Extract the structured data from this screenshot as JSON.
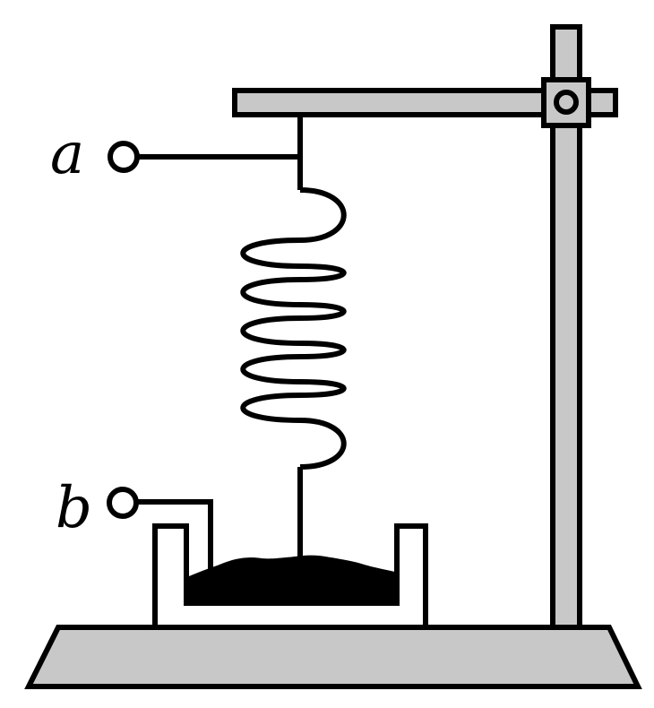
{
  "labels": {
    "terminal_a": "a",
    "terminal_b": "b"
  },
  "colors": {
    "stroke": "#000000",
    "metal_gray": "#c8c8c8",
    "background": "#ffffff",
    "mercury": "#000000"
  },
  "components": {
    "stand": "retort-stand",
    "spring": "coiled-spring",
    "cup": "cup-with-mercury",
    "terminals": [
      "a",
      "b"
    ]
  }
}
